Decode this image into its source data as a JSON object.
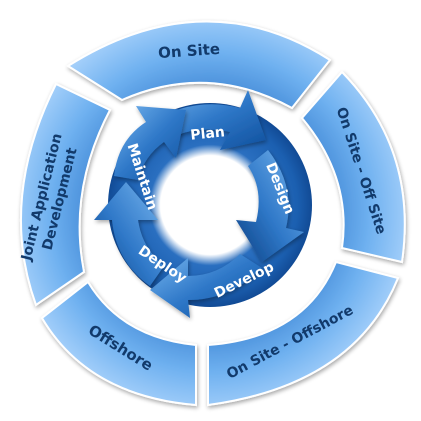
{
  "diagram": {
    "outer_ring": {
      "segments": [
        {
          "id": "on-site",
          "label": "On Site"
        },
        {
          "id": "on-site-off-site",
          "label": "On Site - Off Site"
        },
        {
          "id": "on-site-offshore",
          "label": "On Site - Offshore"
        },
        {
          "id": "offshore",
          "label": "Offshore"
        },
        {
          "id": "joint-application-development",
          "label_line1": "Joint Application",
          "label_line2": "Development"
        }
      ]
    },
    "cycle": {
      "steps": [
        {
          "id": "plan",
          "label": "Plan"
        },
        {
          "id": "design",
          "label": "Design"
        },
        {
          "id": "develop",
          "label": "Develop"
        },
        {
          "id": "deploy",
          "label": "Deploy"
        },
        {
          "id": "maintain",
          "label": "Maintain"
        }
      ]
    },
    "colors": {
      "outer_light": "#a9d2fb",
      "outer_mid": "#5fa7ee",
      "outer_dark": "#3f86d4",
      "outer_text": "#123a6b",
      "inner_dark": "#0c3f86",
      "inner_mid": "#1b5fb0",
      "inner_light": "#3a86d6",
      "arrow_light": "#7ab8f0",
      "arrow_dark": "#0f4f9c"
    }
  }
}
